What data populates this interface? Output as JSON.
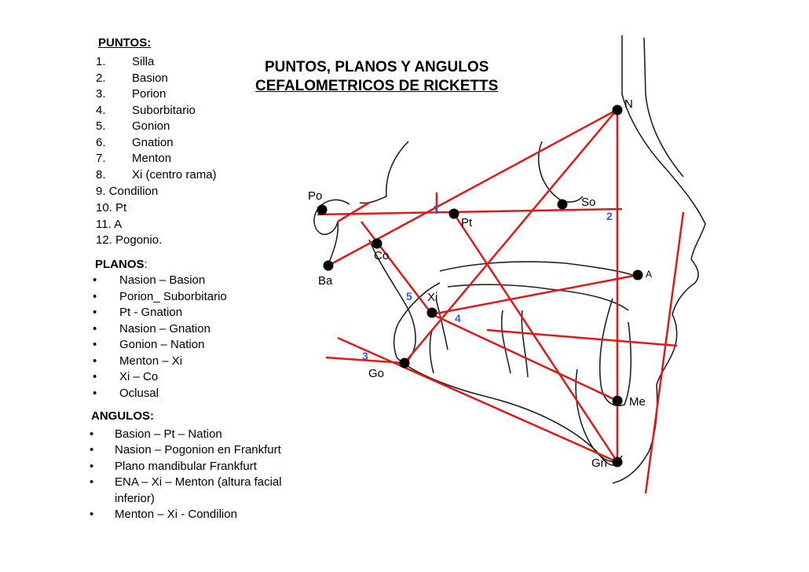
{
  "title": {
    "line1": "PUNTOS, PLANOS  Y ANGULOS",
    "line2": "CEFALOMETRICOS DE RICKETTS"
  },
  "puntos": {
    "heading": "PUNTOS:",
    "items": [
      {
        "n": "1.",
        "t": "Silla"
      },
      {
        "n": "2.",
        "t": "Basion"
      },
      {
        "n": "3.",
        "t": "Porion"
      },
      {
        "n": "4.",
        "t": "Suborbitario"
      },
      {
        "n": "5.",
        "t": "Gonion"
      },
      {
        "n": "6.",
        "t": "Gnation"
      },
      {
        "n": "7.",
        "t": "Menton"
      },
      {
        "n": "8.",
        "t": "Xi (centro rama)"
      }
    ],
    "extra": [
      "9.  Condilion",
      "10. Pt",
      "11. A",
      "12. Pogonio."
    ]
  },
  "planos": {
    "heading": "PLANOS",
    "colon": ":",
    "bullet": "•",
    "items": [
      "Nasion – Basion",
      "Porion_ Suborbitario",
      "Pt - Gnation",
      "Nasion – Gnation",
      "Gonion – Nation",
      "Menton – Xi",
      "Xi – Co",
      "Oclusal"
    ]
  },
  "angulos": {
    "heading": "ANGULOS:",
    "bullet": "•",
    "items": [
      "Basion – Pt – Nation",
      "Nasion – Pogonion en Frankfurt",
      "Plano mandibular Frankfurt",
      "ENA – Xi – Menton (altura facial",
      "inferior)",
      "Menton – Xi - Condilion"
    ]
  },
  "diagram": {
    "line_color": "#e01818",
    "point_color": "#000000",
    "number_color": "#3b5bd6",
    "labels": {
      "N": "N",
      "Po": "Po",
      "So": "So",
      "Pt": "Pt",
      "Co": "Co",
      "Ba": "Ba",
      "A": "A",
      "Xi": "Xi",
      "Go": "Go",
      "Me": "Me",
      "Gn": "Gn"
    },
    "numbers": [
      "1",
      "2",
      "3",
      "4",
      "5"
    ]
  }
}
